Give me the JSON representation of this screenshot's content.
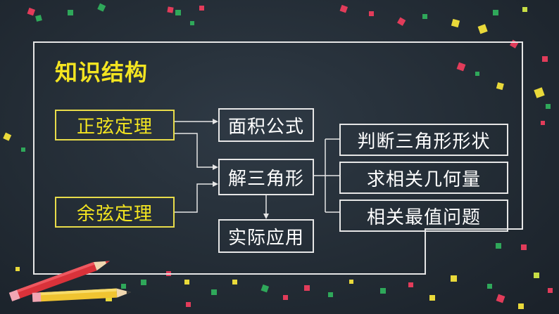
{
  "title": "知识结构",
  "nodes": {
    "sine_law": "正弦定理",
    "cosine_law": "余弦定理",
    "area_formula": "面积公式",
    "solve_triangle": "解三角形",
    "practical_application": "实际应用",
    "judge_shape": "判断三角形形状",
    "find_quantities": "求相关几何量",
    "extreme_value": "相关最值问题"
  },
  "colors": {
    "background": "#232c35",
    "title_text": "#f3e421",
    "yellow_box": "#e8dc4a",
    "white_box": "#e6e6e6",
    "confetti": [
      "#e23c5a",
      "#2fa85a",
      "#e9d93a",
      "#c7dd45"
    ]
  },
  "decorations": [
    "confetti",
    "red-pencil-icon",
    "yellow-pencil-icon"
  ]
}
